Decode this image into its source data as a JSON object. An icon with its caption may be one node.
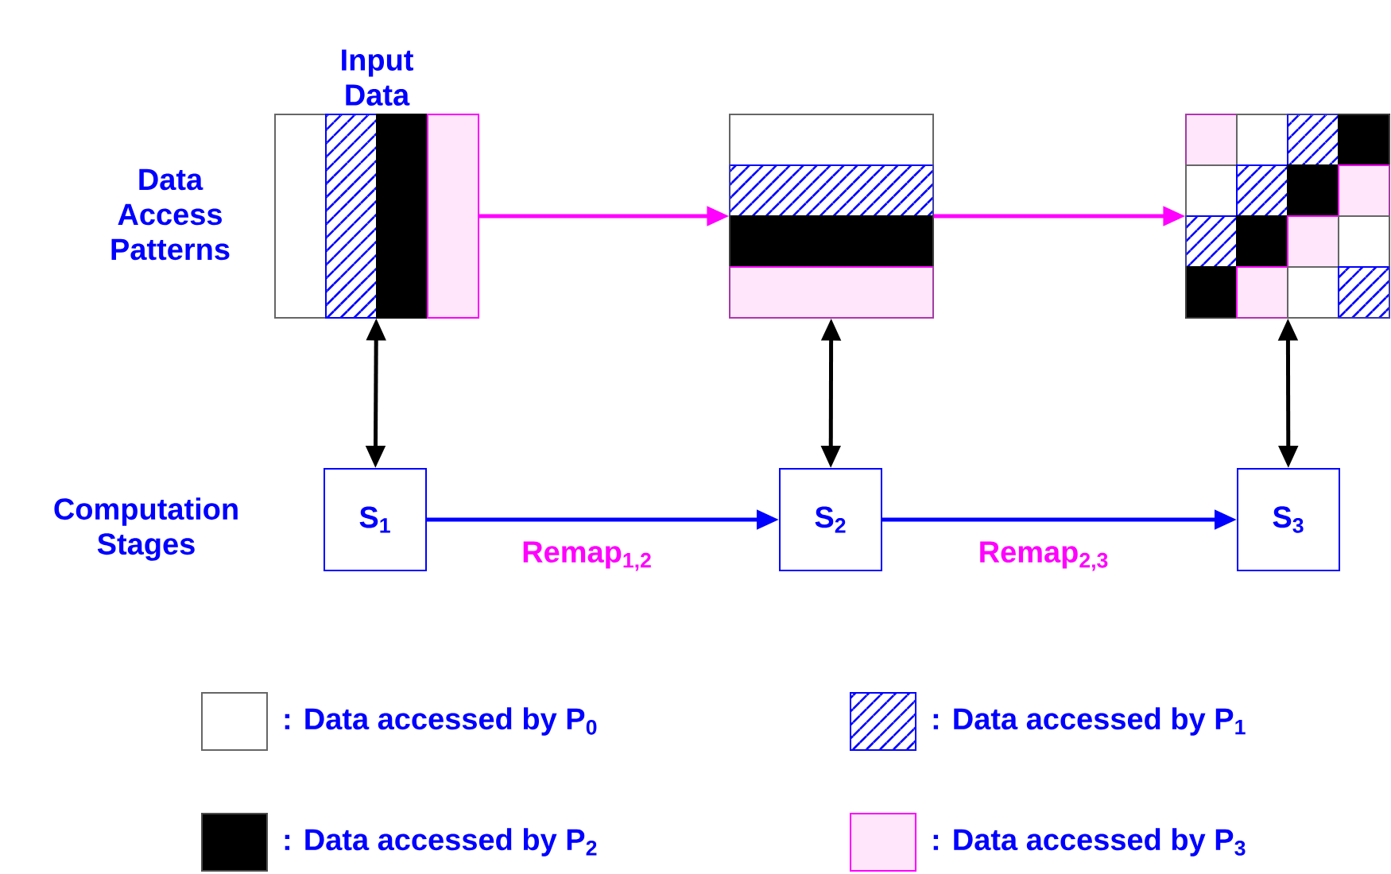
{
  "diagram": {
    "nodes": [
      {
        "text": [
          "Input Data"
        ]
      },
      {
        "text": [],
        "shape": "box"
      },
      {
        "text": [],
        "shape": "box"
      },
      {
        "text": [
          "S$_{1}$"
        ]
      },
      {
        "text": [
          "S$_{2}$"
        ]
      },
      {
        "text": [
          "S$_{3}$"
        ]
      }
    ],
    "edges": [
      {
        "from": 0,
        "to": 1,
        "arrow": "to",
        "color": "#ff00ff"
      },
      {
        "from": 1,
        "to": 2,
        "arrow": "to",
        "color": "#ff00ff"
      },
      {
        "from": 0,
        "to": 3,
        "arrow": "both"
      },
      {
        "from": 1,
        "to": 4,
        "arrow": "both"
      },
      {
        "from": 2,
        "to": 5,
        "arrow": "both"
      },
      {
        "from": 3,
        "to": 4,
        "arrow": "to",
        "label": "Remap$_{1,2}$",
        "color": "#0000ff"
      },
      {
        "from": 4,
        "to": 5,
        "arrow": "to",
        "label": "Remap$_{2,3}$",
        "color": "#0000ff"
      }
    ],
    "labels": [
      "Data Access Patterns",
      "Computation Stages"
    ],
    "legend": [
      {
        "text": ": Data accessed by P$_{0}$"
      },
      {
        "text": ": Data accessed by P$_{1}$"
      },
      {
        "text": ": Data accessed by P$_{2}$",
        "color": "#000000"
      },
      {
        "text": ": Data accessed by P$_{3}$",
        "color": "#ffe6fa"
      }
    ]
  }
}
